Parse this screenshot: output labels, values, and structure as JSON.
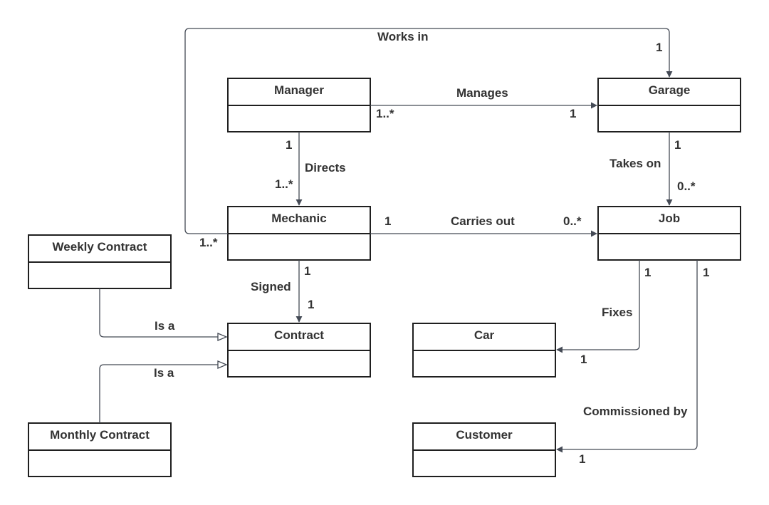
{
  "classes": {
    "manager": "Manager",
    "garage": "Garage",
    "mechanic": "Mechanic",
    "job": "Job",
    "weekly_contract": "Weekly Contract",
    "contract": "Contract",
    "car": "Car",
    "monthly_contract": "Monthly Contract",
    "customer": "Customer"
  },
  "relations": {
    "works_in": {
      "label": "Works in",
      "from_mult": "1..*",
      "to_mult": "1"
    },
    "manages": {
      "label": "Manages",
      "from_mult": "1..*",
      "to_mult": "1"
    },
    "directs": {
      "label": "Directs",
      "from_mult": "1",
      "to_mult": "1..*"
    },
    "takes_on": {
      "label": "Takes on",
      "from_mult": "1",
      "to_mult": "0..*"
    },
    "carries_out": {
      "label": "Carries out",
      "from_mult": "1",
      "to_mult": "0..*"
    },
    "signed": {
      "label": "Signed",
      "from_mult": "1",
      "to_mult": "1"
    },
    "fixes": {
      "label": "Fixes",
      "from_mult": "1",
      "to_mult": "1"
    },
    "commissioned_by": {
      "label": "Commissioned by",
      "from_mult": "1",
      "to_mult": "1"
    },
    "weekly_is_a": {
      "label": "Is a"
    },
    "monthly_is_a": {
      "label": "Is a"
    }
  }
}
